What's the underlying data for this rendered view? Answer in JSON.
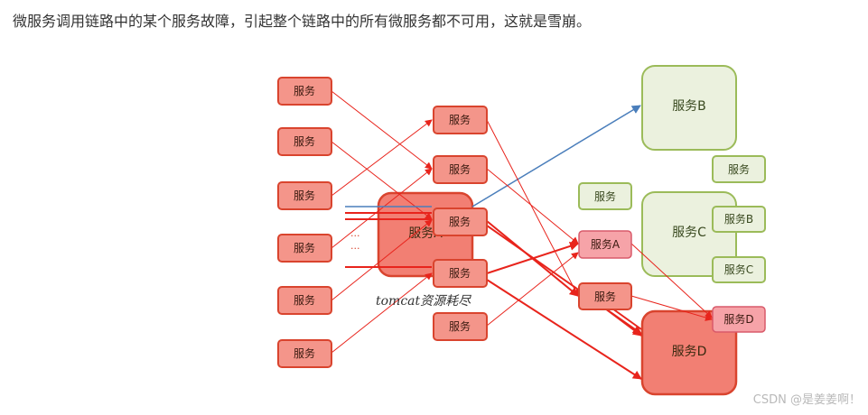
{
  "caption": "微服务调用链路中的某个服务故障，引起整个链路中的所有微服务都不可用，这就是雪崩。",
  "nodes": {
    "service": "服务",
    "service_a": "服务A",
    "service_b": "服务B",
    "service_c": "服务C",
    "service_d": "服务D"
  },
  "tomcat_note": "tomcat资源耗尽",
  "dots": "...",
  "watermark": "CSDN @是姜姜啊！",
  "colors": {
    "failed_fill": "#f4958a",
    "failed_stroke": "#d9442e",
    "healthy_fill": "#ebf1de",
    "healthy_stroke": "#9bbb59",
    "call_line": "#e8241c",
    "healthy_call": "#4a7ebb"
  }
}
